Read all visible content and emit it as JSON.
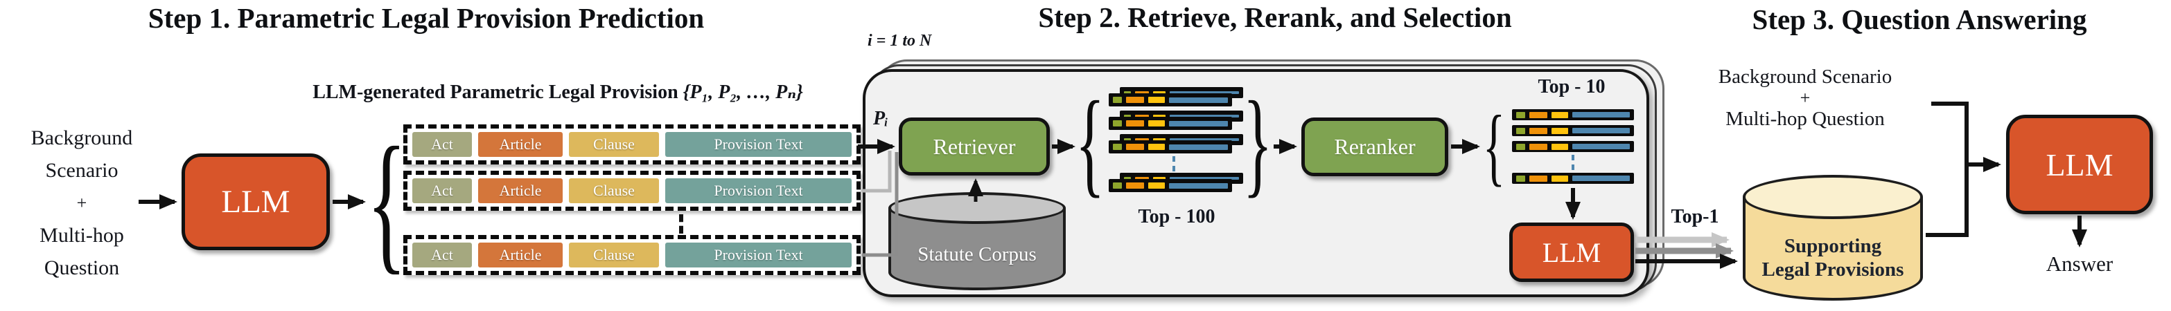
{
  "step1": {
    "title": "Step 1. Parametric Legal Provision Prediction",
    "input_lines": [
      "Background",
      "Scenario",
      "+",
      "Multi-hop",
      "Question"
    ],
    "llm_label": "LLM",
    "provisions_caption": "LLM-generated Parametric Legal Provision",
    "provisions_set": "{P₁, P₂, …, Pₙ}",
    "provision_fields": [
      "Act",
      "Article",
      "Clause",
      "Provision Text"
    ]
  },
  "step2": {
    "title": "Step 2. Retrieve, Rerank, and Selection",
    "iteration_label": "i = 1 to N",
    "pi_label": "Pᵢ",
    "retriever_label": "Retriever",
    "statute_corpus_label": "Statute Corpus",
    "top100_label": "Top - 100",
    "reranker_label": "Reranker",
    "top10_label": "Top - 10",
    "llm_label": "LLM",
    "top1_label": "Top-1"
  },
  "step3": {
    "title": "Step 3. Question Answering",
    "context_lines": [
      "Background Scenario",
      "+",
      "Multi-hop Question"
    ],
    "supporting_lines": [
      "Supporting",
      "Legal Provisions"
    ],
    "llm_label": "LLM",
    "answer_label": "Answer"
  },
  "colors": {
    "accent_orange": "#D8552A",
    "box_green": "#7FA351",
    "act_chip": "#A5A87F",
    "article_chip": "#D4763B",
    "clause_chip": "#DDB85C",
    "provision_chip": "#74A29B",
    "doc_green": "#8FA62C",
    "doc_orange": "#EF9109",
    "doc_yellow": "#FFC30E",
    "doc_blue": "#4E86AE",
    "statute_gray": "#8E8E8E",
    "supporting_yellow": "#F5DB9B",
    "container_gray": "#F1F1F1"
  }
}
